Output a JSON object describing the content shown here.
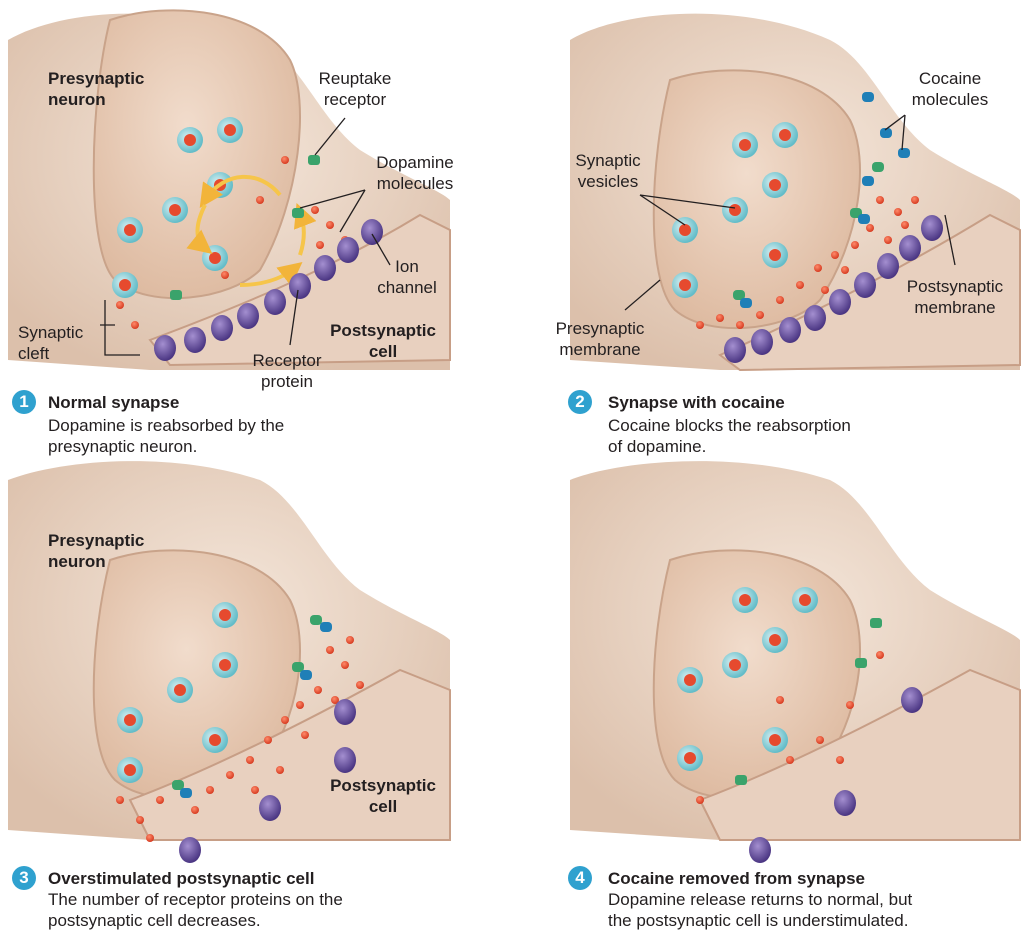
{
  "colors": {
    "background": "#ffffff",
    "tissue": "#ead6c6",
    "neuron": "#e7cbb7",
    "dopamine": "#e64a2e",
    "vesicle": "#74c5cf",
    "receptor": "#6a4fa0",
    "reuptake": "#3aa36b",
    "cocaine": "#1f7fb7",
    "arrow": "#f6c54a",
    "step_badge": "#2fa1cf"
  },
  "panels": [
    {
      "number": "1",
      "title": "Normal synapse",
      "body": [
        "Dopamine is reabsorbed by the",
        "presynaptic neuron."
      ],
      "labels": {
        "presynaptic": [
          "Presynaptic",
          "neuron"
        ],
        "reuptake": [
          "Reuptake",
          "receptor"
        ],
        "dopamine": [
          "Dopamine",
          "molecules"
        ],
        "ion": [
          "Ion",
          "channel"
        ],
        "cleft": [
          "Synaptic",
          "cleft"
        ],
        "postsynaptic": [
          "Postsynaptic",
          "cell"
        ],
        "receptor_protein": [
          "Receptor",
          "protein"
        ]
      }
    },
    {
      "number": "2",
      "title": "Synapse with cocaine",
      "body": [
        "Cocaine blocks the reabsorption",
        "of dopamine."
      ],
      "labels": {
        "cocaine": [
          "Cocaine",
          "molecules"
        ],
        "vesicles": [
          "Synaptic",
          "vesicles"
        ],
        "post_membrane": [
          "Postsynaptic",
          "membrane"
        ],
        "pre_membrane": [
          "Presynaptic",
          "membrane"
        ]
      }
    },
    {
      "number": "3",
      "title": "Overstimulated postsynaptic cell",
      "body": [
        "The number of receptor proteins on the",
        "postsynaptic cell decreases."
      ],
      "labels": {
        "presynaptic": [
          "Presynaptic",
          "neuron"
        ],
        "postsynaptic": [
          "Postsynaptic",
          "cell"
        ]
      }
    },
    {
      "number": "4",
      "title": "Cocaine removed from synapse",
      "body": [
        "Dopamine release returns to normal, but",
        "the postsynaptic cell is understimulated."
      ],
      "labels": {}
    }
  ]
}
